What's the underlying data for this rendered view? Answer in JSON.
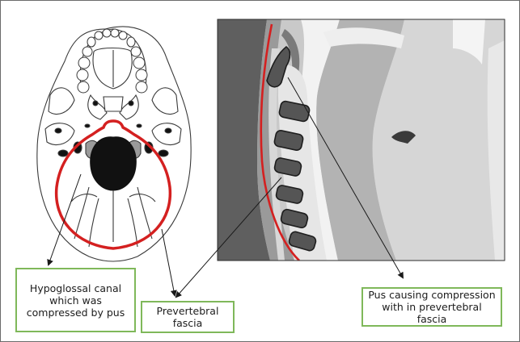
{
  "labels": {
    "hypoglossal": "Hypoglossal  canal which was compressed by pus",
    "prevertebral": "Prevertebral fascia",
    "pus": "Pus causing compression with in prevertebral fascia"
  },
  "colors": {
    "fascia_red": "#d42020",
    "label_border": "#7fb85a",
    "sagittal_dark": "#5f5f5f",
    "sagittal_mid": "#9a9a9a",
    "sagittal_light": "#c7c7c7",
    "vertebra": "#555555"
  },
  "icons": {
    "left_figure": "skull-base-inferior-view",
    "right_figure": "neck-sagittal-section"
  }
}
